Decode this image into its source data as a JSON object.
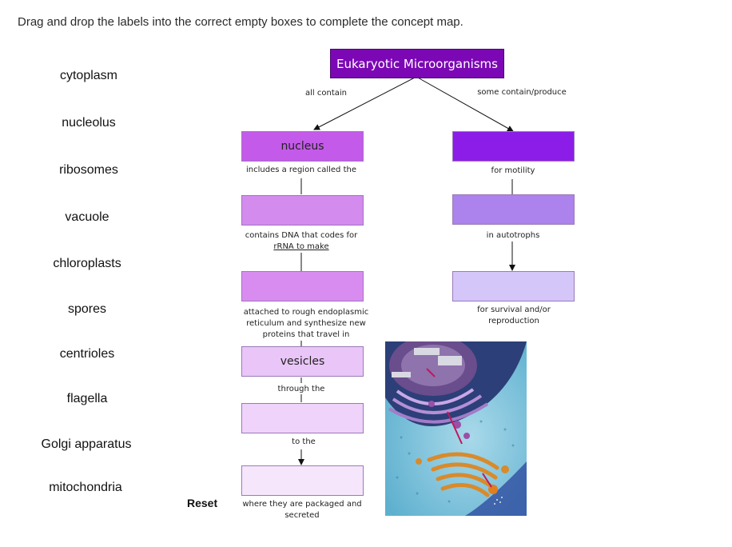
{
  "instructions": "Drag and drop the labels into the correct empty boxes to complete the concept map.",
  "labels": [
    "cytoplasm",
    "nucleolus",
    "ribosomes",
    "vacuole",
    "chloroplasts",
    "spores",
    "centrioles",
    "flagella",
    "Golgi apparatus",
    "mitochondria"
  ],
  "reset_label": "Reset",
  "map": {
    "title": "Eukaryotic Microorganisms",
    "branch_left": "all contain",
    "branch_right": "some contain/produce",
    "left": {
      "box1": "nucleus",
      "conn1": "includes a region called the",
      "box2": "",
      "conn2a": "contains DNA that codes for",
      "conn2b": "rRNA to make",
      "box3": "",
      "conn3a": "attached to rough endoplasmic",
      "conn3b": "reticulum and synthesize new",
      "conn3c": "proteins that travel in",
      "box4": "vesicles",
      "conn4": "through the",
      "box5": "",
      "conn5": "to the",
      "box6": "",
      "conn6a": "where they are packaged and",
      "conn6b": "secreted"
    },
    "right": {
      "box1": "",
      "conn1": "for motility",
      "box2": "",
      "conn2": "in autotrophs",
      "box3": "",
      "conn3a": "for survival and/or",
      "conn3b": "reproduction"
    }
  },
  "colors": {
    "title_bg": "#7b08b4",
    "left_boxes": [
      "#c45ae9",
      "#d38bee",
      "#d98cf0",
      "#eac6f8",
      "#efd3fa",
      "#f6e6fc"
    ],
    "right_boxes": [
      "#8c1de8",
      "#ac82ec",
      "#d5c6fa"
    ]
  }
}
